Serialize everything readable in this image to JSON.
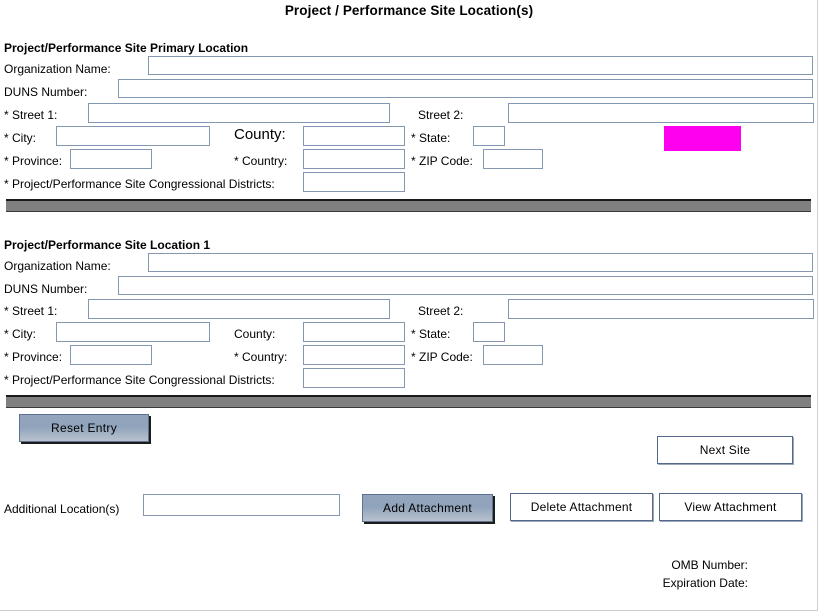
{
  "form": {
    "title": "Project / Performance Site Location(s)"
  },
  "sections": [
    {
      "heading": "Project/Performance Site Primary Location",
      "fields": {
        "organization_name_label": "Organization Name:",
        "organization_name_value": "",
        "duns_number_label": "DUNS Number:",
        "duns_number_value": "",
        "street1_label": "* Street 1:",
        "street1_value": "",
        "street2_label": "Street 2:",
        "street2_value": "",
        "city_label": "* City:",
        "city_value": "",
        "county_label": "County:",
        "county_value": "",
        "state_label": "* State:",
        "state_value": "",
        "province_label": "* Province:",
        "province_value": "",
        "country_label": "* Country:",
        "country_value": "",
        "zip_label": "* ZIP Code:",
        "zip_value": "",
        "districts_label": "* Project/Performance Site Congressional Districts:",
        "districts_value": ""
      }
    },
    {
      "heading": "Project/Performance Site Location 1",
      "fields": {
        "organization_name_label": "Organization Name:",
        "organization_name_value": "",
        "duns_number_label": "DUNS Number:",
        "duns_number_value": "",
        "street1_label": "* Street 1:",
        "street1_value": "",
        "street2_label": "Street 2:",
        "street2_value": "",
        "city_label": "* City:",
        "city_value": "",
        "county_label": "County:",
        "county_value": "",
        "state_label": "* State:",
        "state_value": "",
        "province_label": "* Province:",
        "province_value": "",
        "country_label": "* Country:",
        "country_value": "",
        "zip_label": "* ZIP Code:",
        "zip_value": "",
        "districts_label": "* Project/Performance Site Congressional Districts:",
        "districts_value": ""
      }
    }
  ],
  "buttons": {
    "reset_entry": "Reset Entry",
    "next_site": "Next Site",
    "add_attachment": "Add Attachment",
    "delete_attachment": "Delete Attachment",
    "view_attachment": "View  Attachment"
  },
  "additional": {
    "label": "Additional Location(s)",
    "value": ""
  },
  "footer": {
    "omb_number_label": "OMB Number:",
    "expiration_date_label": "Expiration Date:"
  },
  "colors": {
    "field_border": "#8497b0",
    "separator_bar": "#808080",
    "highlight_block": "#ff00ee",
    "button_blue": "#93a5bd"
  }
}
